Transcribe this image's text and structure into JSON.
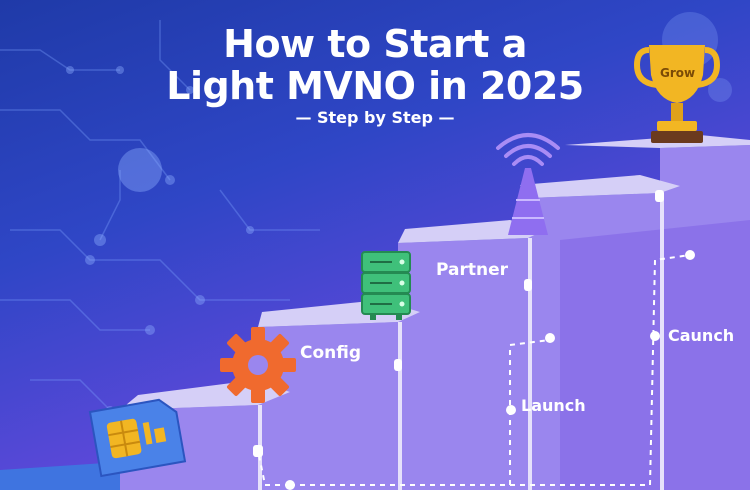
{
  "title_line1": "How to Start a",
  "title_line2": "Light MVNO in 2025",
  "subtitle": "— Step by Step —",
  "steps": {
    "config": "Config",
    "partner": "Partner",
    "launch": "Launch",
    "caunch": "Caunch",
    "grow": "Grow"
  },
  "colors": {
    "background_top": "#1f3aa8",
    "background_bottom": "#8a5ee6",
    "stair_top": "#cfc8f6",
    "stair_face": "#9a86ee",
    "gear": "#f06a2e",
    "server": "#3fc07a",
    "trophy": "#f2b623",
    "sim_card": "#4a82e8",
    "tower": "#8f6ef0"
  },
  "icons": [
    "sim-card-icon",
    "gear-icon",
    "server-icon",
    "antenna-tower-icon",
    "trophy-icon"
  ]
}
